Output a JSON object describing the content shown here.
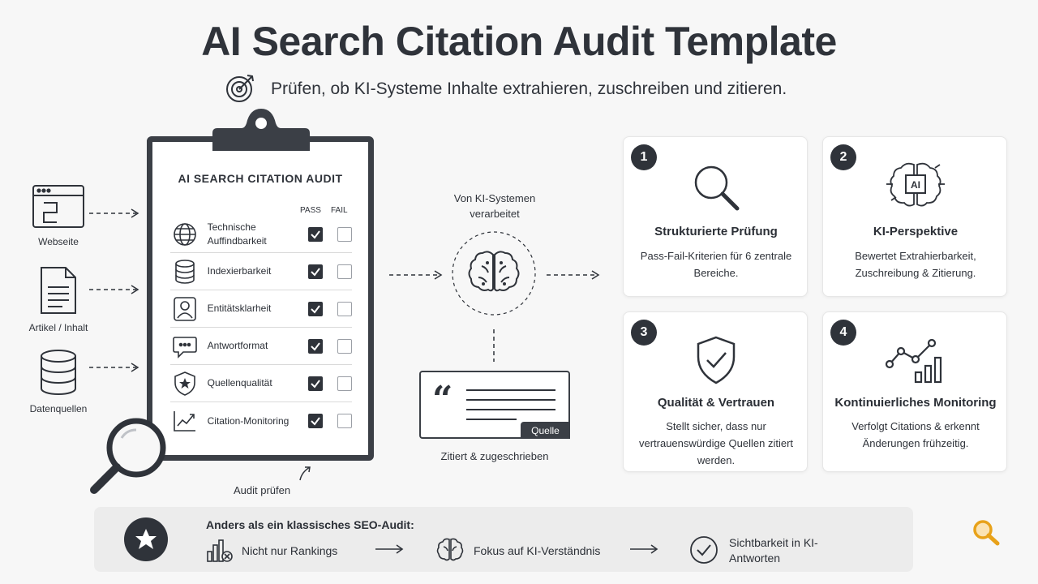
{
  "title": "AI Search Citation Audit Template",
  "subtitle": "Prüfen, ob KI-Systeme Inhalte extrahieren, zuschreiben und zitieren.",
  "sources": [
    {
      "label": "Webseite",
      "icon": "browser-window-icon"
    },
    {
      "label": "Artikel / Inhalt",
      "icon": "document-icon"
    },
    {
      "label": "Datenquellen",
      "icon": "database-icon"
    }
  ],
  "clipboard": {
    "heading": "AI SEARCH CITATION AUDIT",
    "pass_label": "PASS",
    "fail_label": "FAIL",
    "criteria": [
      {
        "label": "Technische Auffindbarkeit",
        "icon": "globe-icon",
        "pass": true,
        "fail": false
      },
      {
        "label": "Indexierbarkeit",
        "icon": "database-icon",
        "pass": true,
        "fail": false
      },
      {
        "label": "Entitätsklarheit",
        "icon": "person-icon",
        "pass": true,
        "fail": false
      },
      {
        "label": "Antwortformat",
        "icon": "chat-bubble-icon",
        "pass": true,
        "fail": false
      },
      {
        "label": "Quellenqualität",
        "icon": "shield-star-icon",
        "pass": true,
        "fail": false
      },
      {
        "label": "Citation-Monitoring",
        "icon": "trend-chart-icon",
        "pass": true,
        "fail": false
      }
    ],
    "footer": "Audit prüfen"
  },
  "processing": {
    "label": "Von KI-Systemen verarbeitet",
    "quote_badge": "Quelle",
    "quote_caption": "Zitiert & zugeschrieben"
  },
  "cards": [
    {
      "num": "1",
      "title": "Strukturierte Prüfung",
      "desc": "Pass-Fail-Kriterien für 6 zentrale Bereiche.",
      "icon": "magnifier-icon"
    },
    {
      "num": "2",
      "title": "KI-Perspektive",
      "desc": "Bewertet Extrahierbarkeit, Zuschreibung & Zitierung.",
      "icon": "ai-chip-head-icon",
      "icon_text": "AI"
    },
    {
      "num": "3",
      "title": "Qualität & Vertrauen",
      "desc": "Stellt sicher, dass nur vertrauenswürdige Quellen zitiert werden.",
      "icon": "shield-check-icon"
    },
    {
      "num": "4",
      "title": "Kontinuierliches Monitoring",
      "desc": "Verfolgt Citations & erkennt Änderungen frühzeitig.",
      "icon": "line-bar-chart-icon"
    }
  ],
  "bottom": {
    "heading": "Anders als ein klassisches SEO-Audit:",
    "items": [
      {
        "label": "Nicht nur Rankings",
        "icon": "bar-chart-x-icon"
      },
      {
        "label": "Fokus auf KI-Verständnis",
        "icon": "brain-icon"
      },
      {
        "label": "Sichtbarkeit in KI-Antworten",
        "icon": "check-circle-icon"
      }
    ]
  },
  "colors": {
    "dark": "#2f333a",
    "accent": "#e8a21a",
    "background": "#f7f7f7"
  }
}
